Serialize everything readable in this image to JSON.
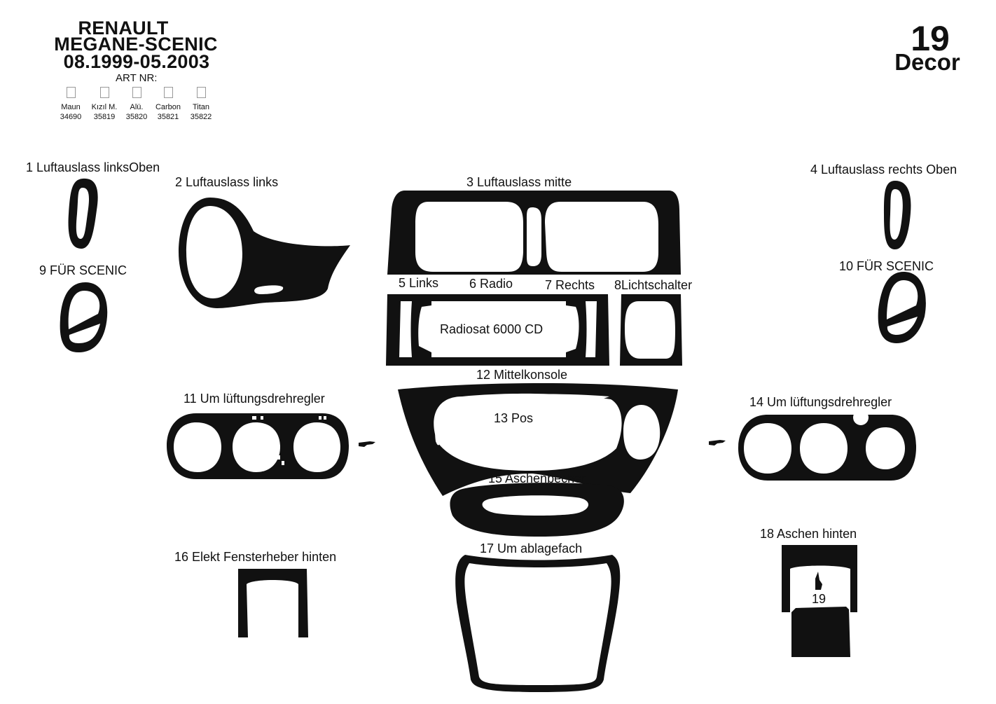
{
  "header": {
    "brand": "RENAULT",
    "model": "MEGANE-SCENIC",
    "years": "08.1999-05.2003",
    "art_nr_label": "ART NR:",
    "options": [
      {
        "name": "Maun",
        "code": "34690"
      },
      {
        "name": "Kızıl M.",
        "code": "35819"
      },
      {
        "name": "Alü.",
        "code": "35820"
      },
      {
        "name": "Carbon",
        "code": "35821"
      },
      {
        "name": "Titan",
        "code": "35822"
      }
    ]
  },
  "corner": {
    "count": "19",
    "label": "Decor"
  },
  "parts": {
    "p1": "1 Luftauslass linksOben",
    "p2": "2 Luftauslass links",
    "p3": "3 Luftauslass mitte",
    "p4": "4 Luftauslass rechts Oben",
    "p5": "5 Links",
    "p6": "6 Radio",
    "p7": "7 Rechts",
    "p8": "8Lichtschalter",
    "p9": "9  FÜR SCENIC",
    "p10": "10  FÜR SCENIC",
    "p11": "11 Um lüftungsdrehregler",
    "p12": "12 Mittelkonsole",
    "p13": "13 Pos",
    "p14": "14  Um lüftungsdrehregler",
    "p15": "15 Aschenbecher",
    "p16": "16  Elekt Fensterheber hinten",
    "p17": "17 Um ablagefach",
    "p18": "18 Aschen hinten",
    "p19": "19"
  },
  "radio_text": "Radiosat 6000 CD",
  "colors": {
    "ink": "#111111",
    "paper": "#ffffff"
  }
}
